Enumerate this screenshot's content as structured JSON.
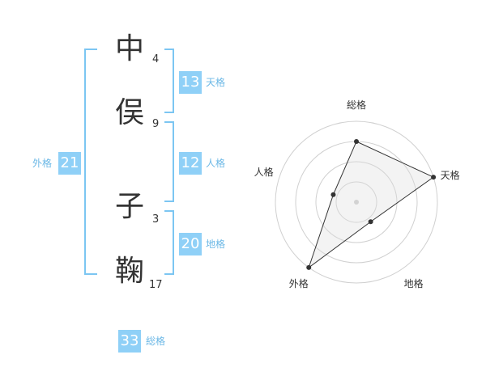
{
  "name": {
    "chars": [
      {
        "kanji": "中",
        "strokes": "4"
      },
      {
        "kanji": "俣",
        "strokes": "9"
      },
      {
        "kanji": "子",
        "strokes": "3"
      },
      {
        "kanji": "鞠",
        "strokes": "17"
      }
    ]
  },
  "fortune": {
    "tenkaku": {
      "value": "13",
      "label": "天格"
    },
    "jinkaku": {
      "value": "12",
      "label": "人格"
    },
    "chikaku": {
      "value": "20",
      "label": "地格"
    },
    "gaikaku": {
      "value": "21",
      "label": "外格"
    },
    "soukaku": {
      "value": "33",
      "label": "総格"
    }
  },
  "colors": {
    "accent": "#8fd0f7",
    "bracket": "#7cc6f2",
    "label": "#6cb8e6"
  },
  "chart_data": {
    "type": "radar",
    "axes": [
      "総格",
      "天格",
      "地格",
      "外格",
      "人格"
    ],
    "values": [
      0.75,
      1.0,
      0.3,
      1.0,
      0.3
    ],
    "rings": 4
  }
}
